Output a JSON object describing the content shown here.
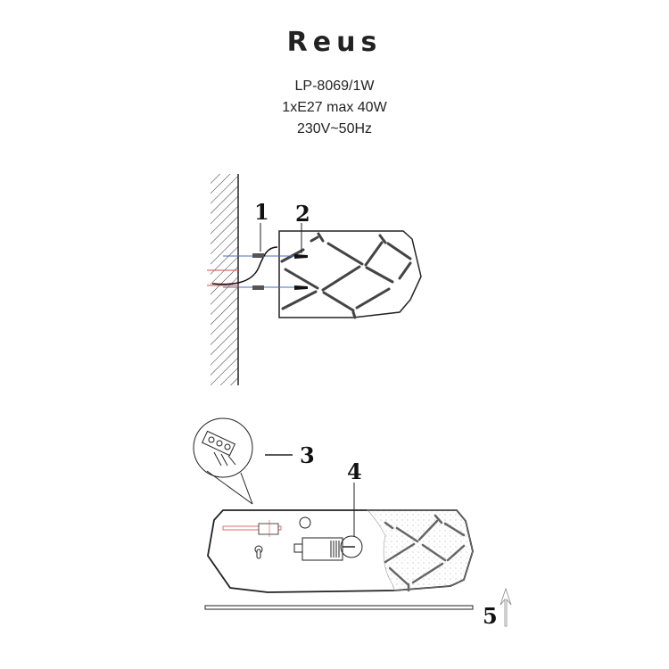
{
  "header": {
    "title": "Reus",
    "model": "LP-8069/1W",
    "bulb": "1xE27 max 40W",
    "power": "230V~50Hz"
  },
  "callouts": {
    "c1": "1",
    "c2": "2",
    "c3": "3",
    "c4": "4",
    "c5": "5"
  },
  "colors": {
    "line": "#222222",
    "wire_blue": "#4a6fb5",
    "wire_red": "#d94a4a",
    "stucco": "#f4f4f4"
  }
}
